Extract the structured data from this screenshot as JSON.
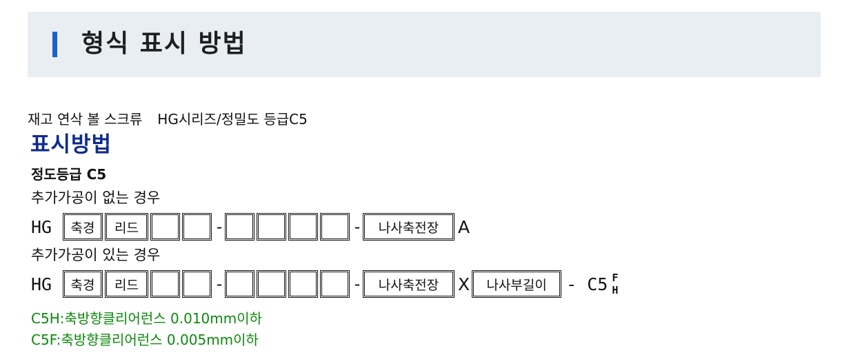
{
  "header": {
    "title": "형식 표시 방법",
    "accent_color": "#1a62c9"
  },
  "subtitle": {
    "part1": "재고 연삭 볼 스크류",
    "part2": "HG시리즈/정밀도 등급C5"
  },
  "section_heading": "표시방법",
  "grade_label": "정도등급 C5",
  "case_without": {
    "label": "추가가공이 없는 경우",
    "prefix": "HG",
    "axis_box": "축경",
    "lead_box": "리드",
    "dash": "-",
    "thread_box": "나사축전장",
    "suffix_letter": "A"
  },
  "case_with": {
    "label": "추가가공이 있는 경우",
    "prefix": "HG",
    "axis_box": "축경",
    "lead_box": "리드",
    "dash": "-",
    "thread_box": "나사축전장",
    "x_letter": "X",
    "neck_box": "나사부길이",
    "grade_suffix": "- C5",
    "option_f": "F",
    "option_h": "H"
  },
  "notes": [
    "C5H:축방향클리어런스 0.010mm이하",
    "C5F:축방향클리어런스 0.005mm이하"
  ],
  "note_color": "#0b8a0b",
  "heading_color": "#0e2b8c"
}
